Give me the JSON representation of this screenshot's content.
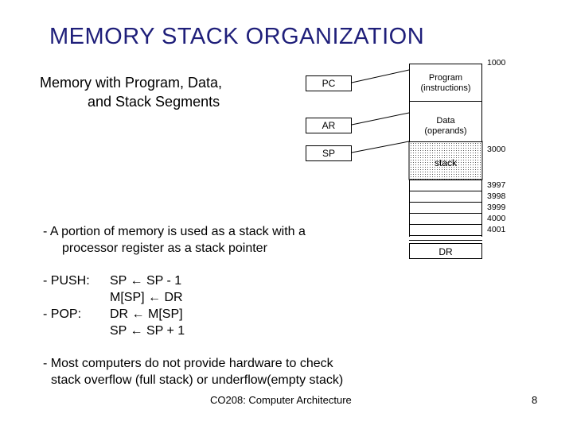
{
  "slide": {
    "title": "MEMORY  STACK  ORGANIZATION",
    "subtitle_line1": "Memory with Program, Data,",
    "subtitle_line2": "and Stack Segments",
    "footer": "CO208: Computer Architecture",
    "page_number": "8"
  },
  "registers": {
    "pc": "PC",
    "ar": "AR",
    "sp": "SP",
    "dr": "DR"
  },
  "memory": {
    "addr_top": "1000",
    "program_line1": "Program",
    "program_line2": "(instructions)",
    "data_line1": "Data",
    "data_line2": "(operands)",
    "addr_stack": "3000",
    "stack_label": "stack",
    "stack_addresses": [
      "3997",
      "3998",
      "3999",
      "4000",
      "4001"
    ]
  },
  "notes": {
    "stack_desc_line1": "- A portion of memory is used as a stack with a",
    "stack_desc_line2": "processor register as a stack pointer",
    "push_label": "- PUSH:",
    "push_op1": "SP ← SP - 1",
    "push_op2": "M[SP] ← DR",
    "pop_label": "- POP:",
    "pop_op1": "DR ← M[SP]",
    "pop_op2": "SP ← SP + 1",
    "overflow_line1": "- Most computers do not provide hardware to check",
    "overflow_line2": "stack overflow (full stack) or underflow(empty stack)"
  }
}
